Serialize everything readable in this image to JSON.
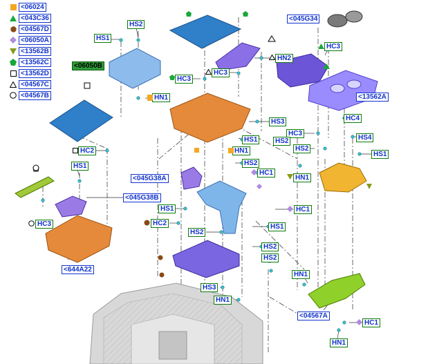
{
  "legend": [
    {
      "symbol": "orange-square",
      "code": "<06024"
    },
    {
      "symbol": "green-triangle",
      "code": "<043C36"
    },
    {
      "symbol": "brown-circle",
      "code": "<04567D"
    },
    {
      "symbol": "purple-diamond",
      "code": "<06050A"
    },
    {
      "symbol": "olive-down-triangle",
      "code": "<13562B"
    },
    {
      "symbol": "green-pentagon",
      "code": "<13562C"
    },
    {
      "symbol": "white-square",
      "code": "<13562D"
    },
    {
      "symbol": "white-triangle",
      "code": "<04567C"
    },
    {
      "symbol": "white-circle",
      "code": "<04567B"
    }
  ],
  "fastener_tags": [
    "HS1",
    "HS2",
    "HC3",
    "HN1",
    "HS3",
    "HC2",
    "HN2",
    "HC1",
    "HC4",
    "HS4"
  ],
  "part_labels": [
    "<06050B",
    "<13562A",
    "<045G34",
    "<045G38A",
    "<045G38B",
    "<644A22",
    "<04567A"
  ],
  "colors": {
    "label_text": "#1133cc",
    "label_border_green": "#0b7a0b",
    "highlight_label": "#2e9a3a",
    "blue_panel": "#2f7fc9",
    "orange_part": "#e58a3a",
    "purple_part": "#7a66e0",
    "lavender_part": "#9a8cff",
    "light_blue_part": "#7fb6ea",
    "yellow_part": "#f2b531",
    "green_part": "#8fd12a",
    "gray_console": "#cfcfcf",
    "cyan_fastener": "#39c6d6"
  }
}
